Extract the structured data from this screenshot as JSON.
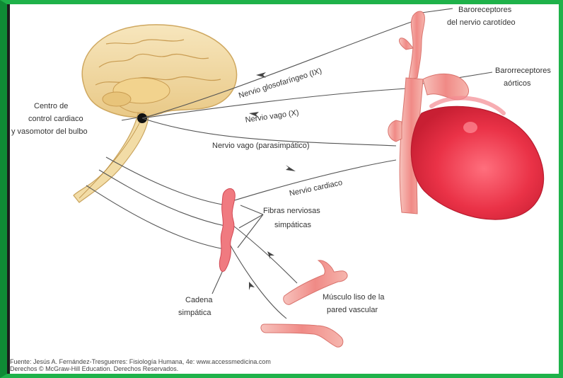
{
  "labels": {
    "baro_carotid_1": "Baroreceptores",
    "baro_carotid_2": "del nervio carotídeo",
    "baro_aortic_1": "Barorreceptores",
    "baro_aortic_2": "aórticos",
    "center_1": "Centro de",
    "center_2": "control cardiaco",
    "center_3": "y vasomotor del bulbo",
    "glosso": "Nervio glosofaríngeo (IX)",
    "vagus_x": "Nervio vago (X)",
    "vagus_para": "Nervio vago (parasimpático)",
    "cardiac": "Nervio cardiaco",
    "fibers_1": "Fibras nerviosas",
    "fibers_2": "simpáticas",
    "chain_1": "Cadena",
    "chain_2": "simpática",
    "muscle_1": "Músculo liso de la",
    "muscle_2": "pared vascular"
  },
  "credit": {
    "line1": "Fuente: Jesús A. Fernández-Tresguerres: Fisiología Humana, 4e: www.accessmedicina.com",
    "line2": "Derechos © McGraw-Hill Education. Derechos Reservados."
  },
  "colors": {
    "border_green": "#1fb24a",
    "brain": "#f0d9a0",
    "heart": "#e8344a",
    "vessel": "#f3a7a0"
  }
}
